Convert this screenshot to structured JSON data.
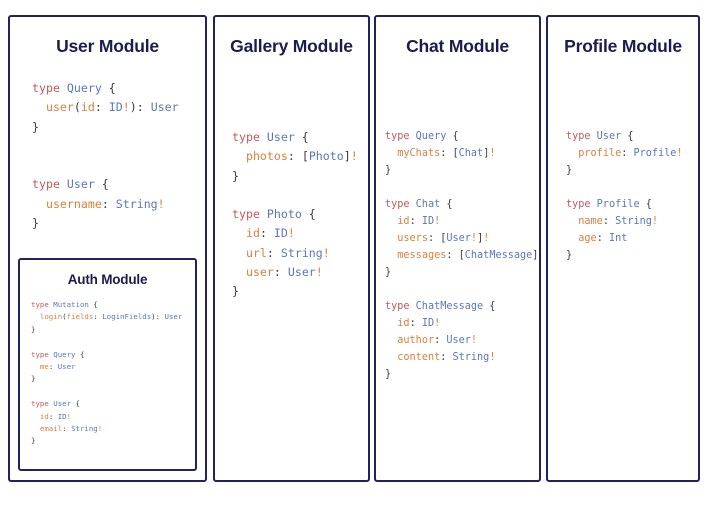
{
  "page": {
    "background_color": "#ffffff",
    "border_color": "#22225c",
    "title_color": "#1c1c4e"
  },
  "syntax_colors": {
    "keyword": "#c4585b",
    "type_name": "#5b77b8",
    "field": "#d98040",
    "type": "#5b77b8",
    "punctuation": "#3b3b3b",
    "bang": "#d98040"
  },
  "modules": [
    {
      "id": "user",
      "title": "User Module",
      "code_lines": [
        [
          {
            "t": "type ",
            "c": "kw"
          },
          {
            "t": "Query",
            "c": "tn"
          },
          {
            "t": " {",
            "c": "pn"
          }
        ],
        [
          {
            "t": "  ",
            "c": "pn"
          },
          {
            "t": "user",
            "c": "fld"
          },
          {
            "t": "(",
            "c": "pn"
          },
          {
            "t": "id",
            "c": "fld"
          },
          {
            "t": ": ",
            "c": "pn"
          },
          {
            "t": "ID",
            "c": "ty"
          },
          {
            "t": "!",
            "c": "bang"
          },
          {
            "t": ")",
            "c": "pn"
          },
          {
            "t": ": ",
            "c": "pn"
          },
          {
            "t": "User",
            "c": "ty"
          }
        ],
        [
          {
            "t": "}",
            "c": "pn"
          }
        ],
        [
          {
            "t": "",
            "c": "pn"
          }
        ],
        [
          {
            "t": "",
            "c": "pn"
          }
        ],
        [
          {
            "t": "type ",
            "c": "kw"
          },
          {
            "t": "User",
            "c": "tn"
          },
          {
            "t": " {",
            "c": "pn"
          }
        ],
        [
          {
            "t": "  ",
            "c": "pn"
          },
          {
            "t": "username",
            "c": "fld"
          },
          {
            "t": ": ",
            "c": "pn"
          },
          {
            "t": "String",
            "c": "ty"
          },
          {
            "t": "!",
            "c": "bang"
          }
        ],
        [
          {
            "t": "}",
            "c": "pn"
          }
        ]
      ],
      "nested": {
        "id": "auth",
        "title": "Auth Module",
        "code_lines": [
          [
            {
              "t": "type ",
              "c": "kw"
            },
            {
              "t": "Mutation",
              "c": "tn"
            },
            {
              "t": " {",
              "c": "pn"
            }
          ],
          [
            {
              "t": "  ",
              "c": "pn"
            },
            {
              "t": "login",
              "c": "fld"
            },
            {
              "t": "(",
              "c": "pn"
            },
            {
              "t": "fields",
              "c": "fld"
            },
            {
              "t": ": ",
              "c": "pn"
            },
            {
              "t": "LoginFields",
              "c": "ty"
            },
            {
              "t": ")",
              "c": "pn"
            },
            {
              "t": ": ",
              "c": "pn"
            },
            {
              "t": "User",
              "c": "ty"
            }
          ],
          [
            {
              "t": "}",
              "c": "pn"
            }
          ],
          [
            {
              "t": "",
              "c": "pn"
            }
          ],
          [
            {
              "t": "type ",
              "c": "kw"
            },
            {
              "t": "Query",
              "c": "tn"
            },
            {
              "t": " {",
              "c": "pn"
            }
          ],
          [
            {
              "t": "  ",
              "c": "pn"
            },
            {
              "t": "me",
              "c": "fld"
            },
            {
              "t": ": ",
              "c": "pn"
            },
            {
              "t": "User",
              "c": "ty"
            }
          ],
          [
            {
              "t": "}",
              "c": "pn"
            }
          ],
          [
            {
              "t": "",
              "c": "pn"
            }
          ],
          [
            {
              "t": "type ",
              "c": "kw"
            },
            {
              "t": "User",
              "c": "tn"
            },
            {
              "t": " {",
              "c": "pn"
            }
          ],
          [
            {
              "t": "  ",
              "c": "pn"
            },
            {
              "t": "id",
              "c": "fld"
            },
            {
              "t": ": ",
              "c": "pn"
            },
            {
              "t": "ID",
              "c": "ty"
            },
            {
              "t": "!",
              "c": "bang"
            }
          ],
          [
            {
              "t": "  ",
              "c": "pn"
            },
            {
              "t": "email",
              "c": "fld"
            },
            {
              "t": ": ",
              "c": "pn"
            },
            {
              "t": "String",
              "c": "ty"
            },
            {
              "t": "!",
              "c": "bang"
            }
          ],
          [
            {
              "t": "}",
              "c": "pn"
            }
          ]
        ]
      }
    },
    {
      "id": "gallery",
      "title": "Gallery Module",
      "code_lines": [
        [
          {
            "t": "type ",
            "c": "kw"
          },
          {
            "t": "User",
            "c": "tn"
          },
          {
            "t": " {",
            "c": "pn"
          }
        ],
        [
          {
            "t": "  ",
            "c": "pn"
          },
          {
            "t": "photos",
            "c": "fld"
          },
          {
            "t": ": ",
            "c": "pn"
          },
          {
            "t": "[",
            "c": "pn"
          },
          {
            "t": "Photo",
            "c": "ty"
          },
          {
            "t": "]",
            "c": "pn"
          },
          {
            "t": "!",
            "c": "bang"
          }
        ],
        [
          {
            "t": "}",
            "c": "pn"
          }
        ],
        [
          {
            "t": "",
            "c": "pn"
          }
        ],
        [
          {
            "t": "type ",
            "c": "kw"
          },
          {
            "t": "Photo",
            "c": "tn"
          },
          {
            "t": " {",
            "c": "pn"
          }
        ],
        [
          {
            "t": "  ",
            "c": "pn"
          },
          {
            "t": "id",
            "c": "fld"
          },
          {
            "t": ": ",
            "c": "pn"
          },
          {
            "t": "ID",
            "c": "ty"
          },
          {
            "t": "!",
            "c": "bang"
          }
        ],
        [
          {
            "t": "  ",
            "c": "pn"
          },
          {
            "t": "url",
            "c": "fld"
          },
          {
            "t": ": ",
            "c": "pn"
          },
          {
            "t": "String",
            "c": "ty"
          },
          {
            "t": "!",
            "c": "bang"
          }
        ],
        [
          {
            "t": "  ",
            "c": "pn"
          },
          {
            "t": "user",
            "c": "fld"
          },
          {
            "t": ": ",
            "c": "pn"
          },
          {
            "t": "User",
            "c": "ty"
          },
          {
            "t": "!",
            "c": "bang"
          }
        ],
        [
          {
            "t": "}",
            "c": "pn"
          }
        ]
      ]
    },
    {
      "id": "chat",
      "title": "Chat Module",
      "code_lines": [
        [
          {
            "t": "type ",
            "c": "kw"
          },
          {
            "t": "Query",
            "c": "tn"
          },
          {
            "t": " {",
            "c": "pn"
          }
        ],
        [
          {
            "t": "  ",
            "c": "pn"
          },
          {
            "t": "myChats",
            "c": "fld"
          },
          {
            "t": ": ",
            "c": "pn"
          },
          {
            "t": "[",
            "c": "pn"
          },
          {
            "t": "Chat",
            "c": "ty"
          },
          {
            "t": "]",
            "c": "pn"
          },
          {
            "t": "!",
            "c": "bang"
          }
        ],
        [
          {
            "t": "}",
            "c": "pn"
          }
        ],
        [
          {
            "t": "",
            "c": "pn"
          }
        ],
        [
          {
            "t": "type ",
            "c": "kw"
          },
          {
            "t": "Chat",
            "c": "tn"
          },
          {
            "t": " {",
            "c": "pn"
          }
        ],
        [
          {
            "t": "  ",
            "c": "pn"
          },
          {
            "t": "id",
            "c": "fld"
          },
          {
            "t": ": ",
            "c": "pn"
          },
          {
            "t": "ID",
            "c": "ty"
          },
          {
            "t": "!",
            "c": "bang"
          }
        ],
        [
          {
            "t": "  ",
            "c": "pn"
          },
          {
            "t": "users",
            "c": "fld"
          },
          {
            "t": ": ",
            "c": "pn"
          },
          {
            "t": "[",
            "c": "pn"
          },
          {
            "t": "User",
            "c": "ty"
          },
          {
            "t": "!",
            "c": "bang"
          },
          {
            "t": "]",
            "c": "pn"
          },
          {
            "t": "!",
            "c": "bang"
          }
        ],
        [
          {
            "t": "  ",
            "c": "pn"
          },
          {
            "t": "messages",
            "c": "fld"
          },
          {
            "t": ": ",
            "c": "pn"
          },
          {
            "t": "[",
            "c": "pn"
          },
          {
            "t": "ChatMessage",
            "c": "ty"
          },
          {
            "t": "]",
            "c": "pn"
          },
          {
            "t": "!",
            "c": "bang"
          }
        ],
        [
          {
            "t": "}",
            "c": "pn"
          }
        ],
        [
          {
            "t": "",
            "c": "pn"
          }
        ],
        [
          {
            "t": "type ",
            "c": "kw"
          },
          {
            "t": "ChatMessage",
            "c": "tn"
          },
          {
            "t": " {",
            "c": "pn"
          }
        ],
        [
          {
            "t": "  ",
            "c": "pn"
          },
          {
            "t": "id",
            "c": "fld"
          },
          {
            "t": ": ",
            "c": "pn"
          },
          {
            "t": "ID",
            "c": "ty"
          },
          {
            "t": "!",
            "c": "bang"
          }
        ],
        [
          {
            "t": "  ",
            "c": "pn"
          },
          {
            "t": "author",
            "c": "fld"
          },
          {
            "t": ": ",
            "c": "pn"
          },
          {
            "t": "User",
            "c": "ty"
          },
          {
            "t": "!",
            "c": "bang"
          }
        ],
        [
          {
            "t": "  ",
            "c": "pn"
          },
          {
            "t": "content",
            "c": "fld"
          },
          {
            "t": ": ",
            "c": "pn"
          },
          {
            "t": "String",
            "c": "ty"
          },
          {
            "t": "!",
            "c": "bang"
          }
        ],
        [
          {
            "t": "}",
            "c": "pn"
          }
        ]
      ]
    },
    {
      "id": "profile",
      "title": "Profile Module",
      "code_lines": [
        [
          {
            "t": "type ",
            "c": "kw"
          },
          {
            "t": "User",
            "c": "tn"
          },
          {
            "t": " {",
            "c": "pn"
          }
        ],
        [
          {
            "t": "  ",
            "c": "pn"
          },
          {
            "t": "profile",
            "c": "fld"
          },
          {
            "t": ": ",
            "c": "pn"
          },
          {
            "t": "Profile",
            "c": "ty"
          },
          {
            "t": "!",
            "c": "bang"
          }
        ],
        [
          {
            "t": "}",
            "c": "pn"
          }
        ],
        [
          {
            "t": "",
            "c": "pn"
          }
        ],
        [
          {
            "t": "type ",
            "c": "kw"
          },
          {
            "t": "Profile",
            "c": "tn"
          },
          {
            "t": " {",
            "c": "pn"
          }
        ],
        [
          {
            "t": "  ",
            "c": "pn"
          },
          {
            "t": "name",
            "c": "fld"
          },
          {
            "t": ": ",
            "c": "pn"
          },
          {
            "t": "String",
            "c": "ty"
          },
          {
            "t": "!",
            "c": "bang"
          }
        ],
        [
          {
            "t": "  ",
            "c": "pn"
          },
          {
            "t": "age",
            "c": "fld"
          },
          {
            "t": ": ",
            "c": "pn"
          },
          {
            "t": "Int",
            "c": "ty"
          }
        ],
        [
          {
            "t": "}",
            "c": "pn"
          }
        ]
      ]
    }
  ]
}
